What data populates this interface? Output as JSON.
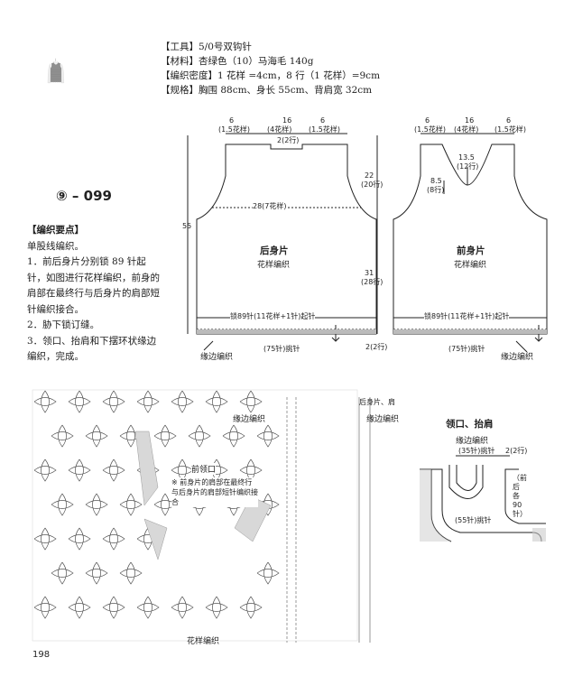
{
  "header": {
    "tools": "【工具】5/0号双钩针",
    "materials": "【材料】杏绿色（10）马海毛 140g",
    "gauge": "【编织密度】1 花样 =4cm，8 行（1 花样）=9cm",
    "size": "【规格】胸围 88cm、身长 55cm、背肩宽 32cm"
  },
  "design_code": "⑨ – 099",
  "notes": {
    "title": "【编织要点】",
    "lines": [
      "单股线编织。",
      "1．前后身片分别锁 89 针起针，如图进行花样编织，前身的肩部在最终行与后身片的肩部短针编织接合。",
      "2．胁下锁订缝。",
      "3．领口、抬肩和下摆环状缘边编织，完成。"
    ]
  },
  "back_piece": {
    "title": "后身片",
    "subtitle": "花样编织",
    "top_left": "6",
    "top_left_sub": "(1.5花样)",
    "top_mid": "16",
    "top_mid_sub": "(4花样)",
    "top_right": "6",
    "top_right_sub": "(1.5花样)",
    "neck_rows": "2(2行)",
    "width": "28(7花样)",
    "height_total": "55",
    "cast_on": "锁89针(11花样+1针)起针",
    "hem_pick": "(75针)挑针",
    "border": "缘边编织"
  },
  "front_piece": {
    "title": "前身片",
    "subtitle": "花样编织",
    "top_left": "6",
    "top_left_sub": "(1.5花样)",
    "top_mid": "16",
    "top_mid_sub": "(4花样)",
    "top_right": "6",
    "top_right_sub": "(1.5花样)",
    "neck_depth": "13.5",
    "neck_depth_sub": "(12行)",
    "neck_side": "8.5",
    "neck_side_sub": "(8行)",
    "cast_on": "锁89针(11花样+1针)起针",
    "hem_pick": "(75针)挑针",
    "border": "缘边编织"
  },
  "middle_dims": {
    "armhole": "22",
    "armhole_sub": "(20行)",
    "body": "31",
    "body_sub": "(28行)",
    "hem_rows": "2(2行)"
  },
  "chart": {
    "title": "前领口",
    "note": "※ 前身片的肩部在最终行与后身片的肩部短针编织接合",
    "border_left": "缘边编织",
    "border_right": "缘边编织",
    "shoulder_note": "后身片、肩",
    "bottom_label": "花样编织"
  },
  "neck_detail": {
    "title": "领口、抬肩",
    "border": "缘边编织",
    "pick_top": "(35针)挑针",
    "rows": "2(2行)",
    "pick_side": "(55针)挑针",
    "armhole_pick": "（前后各90针）"
  },
  "page_number": "198"
}
